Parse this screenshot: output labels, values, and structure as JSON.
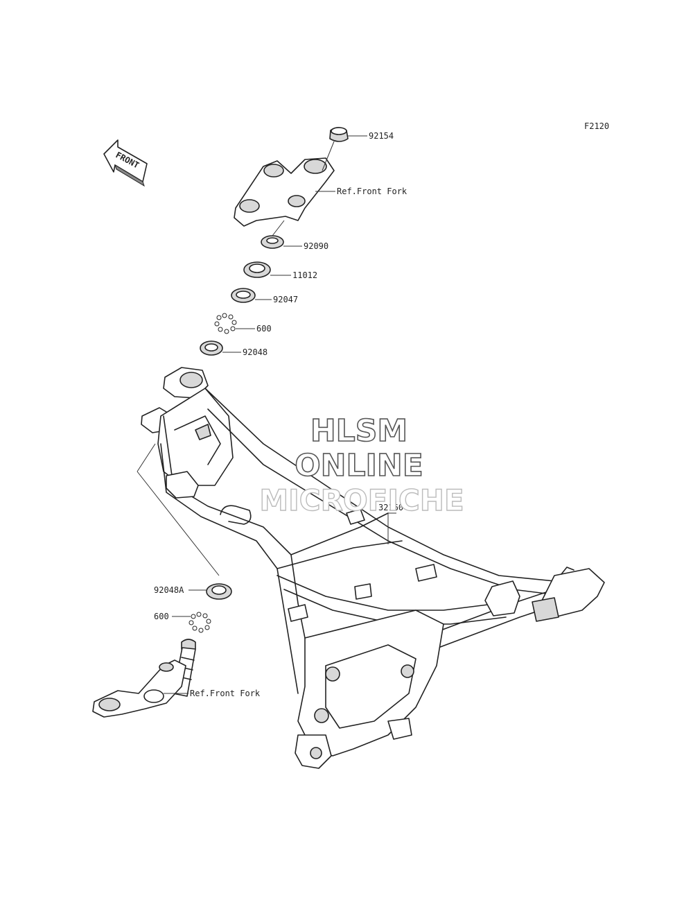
{
  "figure_code": "F2120",
  "front_arrow": {
    "label": "FRONT",
    "icon": "front-direction-arrow-icon"
  },
  "watermark": {
    "line1": "HLSM",
    "line2": "ONLINE",
    "line3": "MICROFICHE"
  },
  "callouts": {
    "p92154": "92154",
    "ref_front_fork_upper": "Ref.Front Fork",
    "p92090": "92090",
    "p11012": "11012",
    "p92047": "92047",
    "p600_upper": "600",
    "p92048": "92048",
    "p32160": "32160",
    "p92048A": "92048A",
    "p600_lower": "600",
    "ref_front_fork_lower": "Ref.Front Fork"
  }
}
